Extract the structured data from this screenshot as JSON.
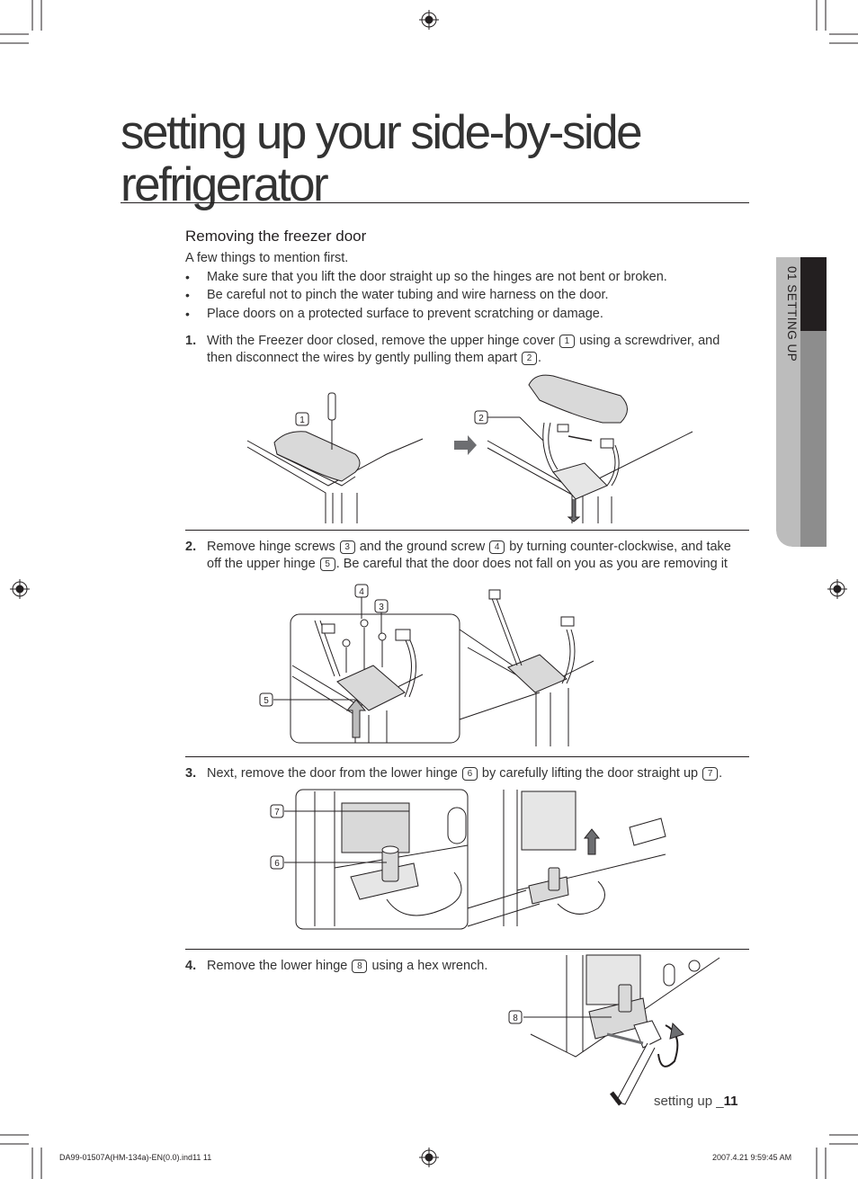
{
  "title_line1": "setting up your side-by-side",
  "title_line2": "refrigerator",
  "section_heading": "Removing the freezer door",
  "intro": "A few things to mention first.",
  "bullets": [
    "Make sure that you lift the door straight up so the hinges are not bent or broken.",
    "Be careful not to pinch the water tubing and wire harness on the door.",
    "Place doors on a protected surface to prevent scratching or damage."
  ],
  "bullet_glyph": "•",
  "steps": {
    "s1": {
      "number": "1.",
      "line1_a": "With the Freezer door closed, remove the upper hinge cover",
      "line1_b": "using a screwdriver, and",
      "line2_a": "then disconnect the wires by gently pulling them apart",
      "line2_b": "."
    },
    "s2": {
      "number": "2.",
      "line1_a": "Remove hinge screws",
      "line1_b": "and the ground screw",
      "line1_c": "by turning counter-clockwise, and take",
      "line2_a": "off the upper hinge",
      "line2_b": ". Be careful that the door does not fall on you as you are removing it"
    },
    "s3": {
      "number": "3.",
      "line1_a": "Next, remove the door from the lower hinge",
      "line1_b": "by carefully lifting the door straight up",
      "line1_c": "."
    },
    "s4": {
      "number": "4.",
      "line1_a": "Remove the lower hinge",
      "line1_b": "using a hex wrench."
    }
  },
  "badges": [
    "1",
    "2",
    "3",
    "4",
    "5",
    "6",
    "7",
    "8"
  ],
  "side_tab": "01 SETTING UP",
  "page_footer_text": "setting up _",
  "page_number": "11",
  "print_footer_left": "DA99-01507A(HM-134a)-EN(0.0).ind11   11",
  "print_footer_right": "2007.4.21   9:59:45 AM",
  "colors": {
    "tab_dark": "#231f20",
    "tab_grey": "#8d8d8d",
    "tab_light": "#bcbcbc"
  }
}
